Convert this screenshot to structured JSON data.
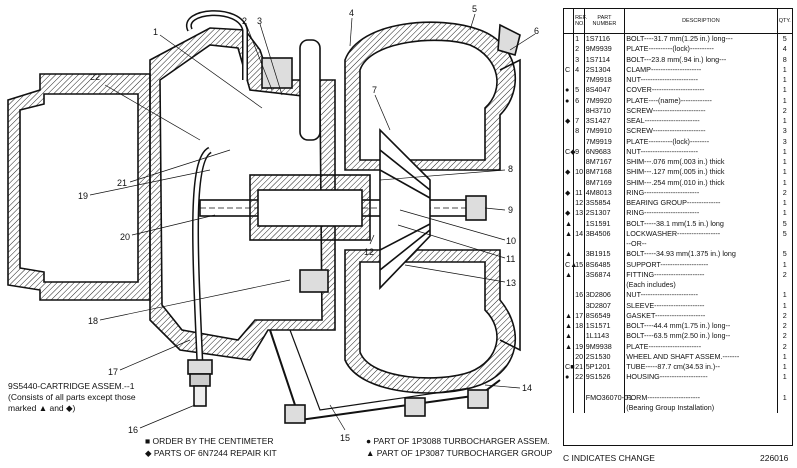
{
  "drawing": {
    "callouts": [
      "1",
      "2",
      "3",
      "4",
      "5",
      "6",
      "7",
      "8",
      "9",
      "10",
      "11",
      "12",
      "13",
      "14",
      "15",
      "16",
      "17",
      "18",
      "19",
      "20",
      "21",
      "22"
    ]
  },
  "cartridge_note": {
    "line1": "9S5440-CARTRIDGE ASSEM.--1",
    "line2": "(Consists of all parts except those",
    "line3": "marked ▲ and ◆)"
  },
  "legend": {
    "order_cm": "■ ORDER BY THE CENTIMETER",
    "repair_kit": "◆ PARTS OF 6N7244 REPAIR KIT",
    "turbo_assem": "● PART OF 1P3088 TURBOCHARGER ASSEM.",
    "turbo_group": "▲ PART OF 1P3087 TURBOCHARGER GROUP"
  },
  "parts_table": {
    "headers": {
      "ref": "REF. NO.",
      "part": "PART NUMBER",
      "desc": "DESCRIPTION",
      "qty": "QTY."
    },
    "rows": [
      {
        "mark": "",
        "ref": "1",
        "part": "1S7116",
        "desc": "BOLT----31.7 mm(1.25 in.) long---",
        "qty": "5"
      },
      {
        "mark": "",
        "ref": "2",
        "part": "9M9939",
        "desc": "PLATE----------(lock)----------",
        "qty": "4"
      },
      {
        "mark": "",
        "ref": "3",
        "part": "1S7114",
        "desc": "BOLT---23.8 mm(.94 in.) long---",
        "qty": "8"
      },
      {
        "mark": "C",
        "ref": "4",
        "part": "2S1304",
        "desc": "CLAMP---------------------",
        "qty": "1"
      },
      {
        "mark": "",
        "ref": "",
        "part": "7M9918",
        "desc": "NUT------------------------",
        "qty": "1"
      },
      {
        "mark": "●",
        "ref": "5",
        "part": "8S4047",
        "desc": "COVER----------------------",
        "qty": "1"
      },
      {
        "mark": "●",
        "ref": "6",
        "part": "7M9920",
        "desc": "PLATE----(name)-------------",
        "qty": "1"
      },
      {
        "mark": "",
        "ref": "",
        "part": "8H3710",
        "desc": "SCREW----------------------",
        "qty": "2"
      },
      {
        "mark": "◆",
        "ref": "7",
        "part": "3S1427",
        "desc": "SEAL-----------------------",
        "qty": "1"
      },
      {
        "mark": "",
        "ref": "8",
        "part": "7M9910",
        "desc": "SCREW----------------------",
        "qty": "3"
      },
      {
        "mark": "",
        "ref": "",
        "part": "7M9919",
        "desc": "PLATE----------(lock)--------",
        "qty": "3"
      },
      {
        "mark": "C◆",
        "ref": "9",
        "part": "6N9683",
        "desc": "NUT------------------------",
        "qty": "1"
      },
      {
        "mark": "",
        "ref": "",
        "part": "8M7167",
        "desc": "SHIM---.076 mm(.003 in.) thick",
        "qty": "1"
      },
      {
        "mark": "◆",
        "ref": "10",
        "part": "8M7168",
        "desc": "SHIM---.127 mm(.005 in.) thick",
        "qty": "1"
      },
      {
        "mark": "",
        "ref": "",
        "part": "8M7169",
        "desc": "SHIM---.254 mm(.010 in.) thick",
        "qty": "1"
      },
      {
        "mark": "◆",
        "ref": "11",
        "part": "4M8013",
        "desc": "RING-----------------------",
        "qty": "2"
      },
      {
        "mark": "",
        "ref": "12",
        "part": "3S5854",
        "desc": "BEARING GROUP--------------",
        "qty": "1"
      },
      {
        "mark": "◆",
        "ref": "13",
        "part": "2S1307",
        "desc": "RING-----------------------",
        "qty": "1"
      },
      {
        "mark": "▲",
        "ref": "",
        "part": "1S1591",
        "desc": "BOLT-----38.1 mm(1.5 in.) long",
        "qty": "5"
      },
      {
        "mark": "▲",
        "ref": "14",
        "part": "3B4506",
        "desc": "LOCKWASHER------------------",
        "qty": "5"
      },
      {
        "mark": "",
        "ref": "",
        "part": "",
        "desc": "--OR--",
        "qty": ""
      },
      {
        "mark": "▲",
        "ref": "",
        "part": "3B1915",
        "desc": "BOLT-----34.93 mm(1.375 in.) long",
        "qty": "5"
      },
      {
        "mark": "C▲",
        "ref": "15",
        "part": "8S6485",
        "desc": "SUPPORT--------------------",
        "qty": "1"
      },
      {
        "mark": "▲",
        "ref": "",
        "part": "3S6874",
        "desc": "FITTING---------------------",
        "qty": "2"
      },
      {
        "mark": "",
        "ref": "",
        "part": "",
        "desc": "(Each includes)",
        "qty": ""
      },
      {
        "mark": "",
        "ref": "16",
        "part": "3D2806",
        "desc": "NUT------------------------",
        "qty": "1"
      },
      {
        "mark": "",
        "ref": "",
        "part": "3D2807",
        "desc": "SLEEVE---------------------",
        "qty": "1"
      },
      {
        "mark": "▲",
        "ref": "17",
        "part": "8S6549",
        "desc": "GASKET---------------------",
        "qty": "2"
      },
      {
        "mark": "▲",
        "ref": "18",
        "part": "1S1571",
        "desc": "BOLT----44.4 mm(1.75 in.) long--",
        "qty": "2"
      },
      {
        "mark": "▲",
        "ref": "",
        "part": "1L1143",
        "desc": "BOLT----63.5 mm(2.50 in.) long--",
        "qty": "2"
      },
      {
        "mark": "▲",
        "ref": "19",
        "part": "9M9938",
        "desc": "PLATE----------------------",
        "qty": "2"
      },
      {
        "mark": "",
        "ref": "20",
        "part": "2S1530",
        "desc": "WHEEL AND SHAFT ASSEM.-------",
        "qty": "1"
      },
      {
        "mark": "C■",
        "ref": "21",
        "part": "5P1201",
        "desc": "TUBE-----87.7 cm(34.53 in.)--",
        "qty": "1"
      },
      {
        "mark": "●",
        "ref": "22",
        "part": "9S1526",
        "desc": "HOUSING--------------------",
        "qty": "1"
      },
      {
        "mark": "",
        "ref": "",
        "part": "",
        "desc": "",
        "qty": ""
      },
      {
        "mark": "",
        "ref": "",
        "part": "FMO36070-01",
        "desc": "FORM----------------------",
        "qty": "1"
      },
      {
        "mark": "",
        "ref": "",
        "part": "",
        "desc": "(Bearing Group Installation)",
        "qty": ""
      }
    ]
  },
  "footer": {
    "change_note": "C INDICATES CHANGE",
    "figure_no": "226016"
  }
}
